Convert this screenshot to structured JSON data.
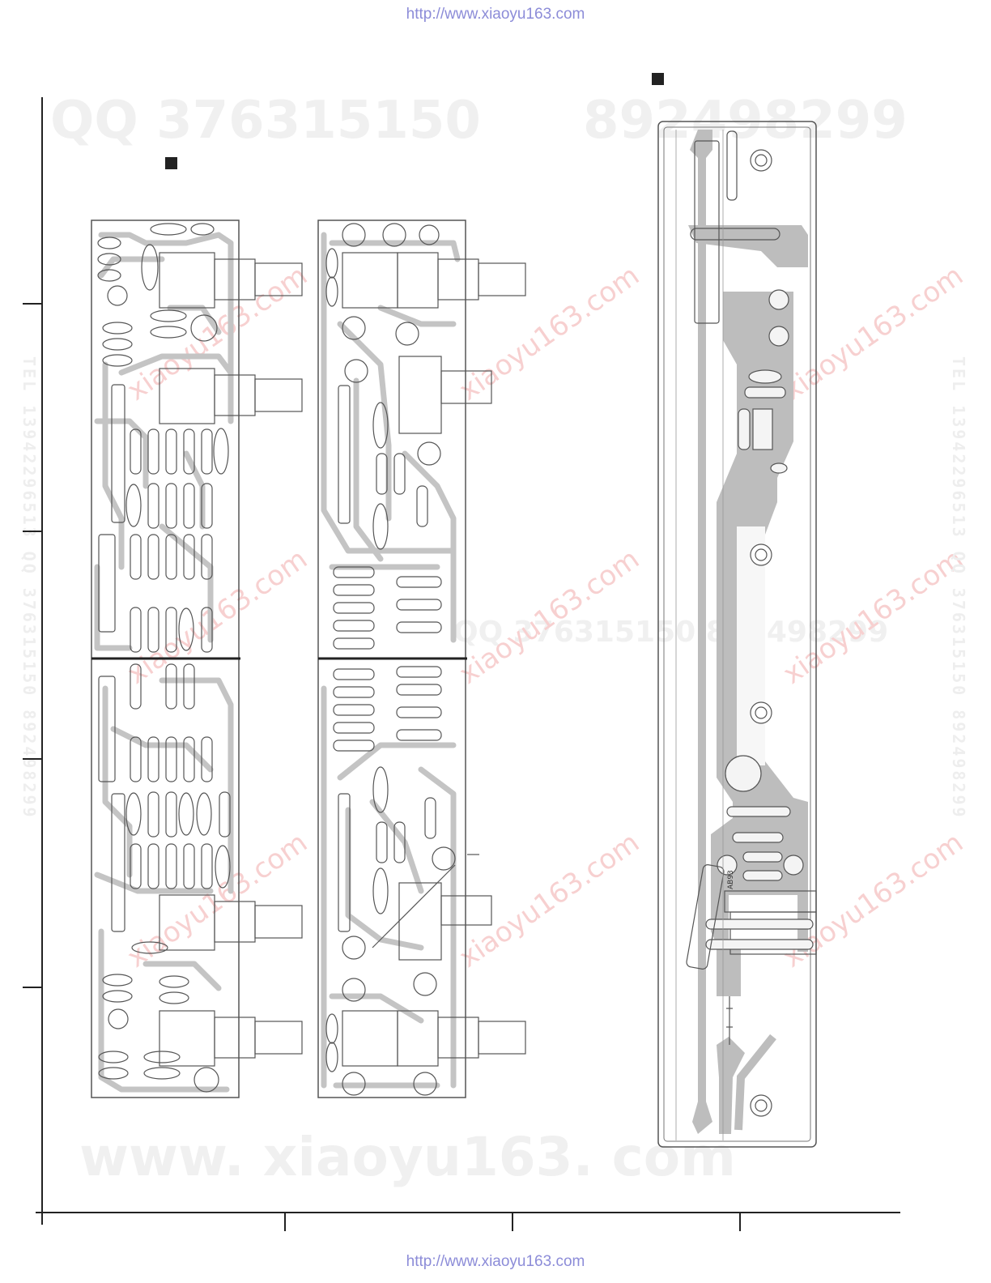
{
  "header": {
    "url": "http://www.xiaoyu163.com"
  },
  "footer": {
    "url": "http://www.xiaoyu163.com"
  },
  "watermarks": {
    "qq_top": "QQ 376315150",
    "num_top": "892498299",
    "qq_mid": "QQ 376315150  892498299",
    "site_bottom": "www. xiaoyu163. com",
    "red_diag": "xiaoyu163.com",
    "side_vertical": "TEL 13942296513 QQ 376315150 892498299"
  },
  "board_label": "AB93",
  "colors": {
    "trace": "#bdbdbd",
    "outline": "#555555",
    "link": "#8c8cd8"
  }
}
